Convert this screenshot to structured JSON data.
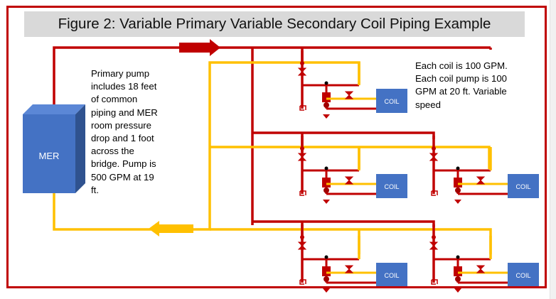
{
  "figure": {
    "title": "Figure 2: Variable Primary Variable Secondary Coil Piping Example"
  },
  "labels": {
    "mer": "MER",
    "coil": "COIL"
  },
  "notes": {
    "primary": "Primary pump\nincludes 18 feet\nof common\npiping and MER\nroom pressure\ndrop and 1 foot\nacross the\nbridge. Pump is\n500 GPM at 19\nft.",
    "coil": "Each coil is 100 GPM.\nEach coil pump is 100\nGPM at 20 ft. Variable\nspeed"
  },
  "colors": {
    "supply_pipe": "#c00000",
    "return_pipe": "#ffc000",
    "mer_box": "#4472c4",
    "coil_box": "#4472c4",
    "supply_arrow": "#c00000",
    "return_arrow": "#ffc000"
  },
  "coil_units": [
    {
      "name": "coil-1"
    },
    {
      "name": "coil-2"
    },
    {
      "name": "coil-3"
    },
    {
      "name": "coil-4"
    },
    {
      "name": "coil-5"
    }
  ]
}
